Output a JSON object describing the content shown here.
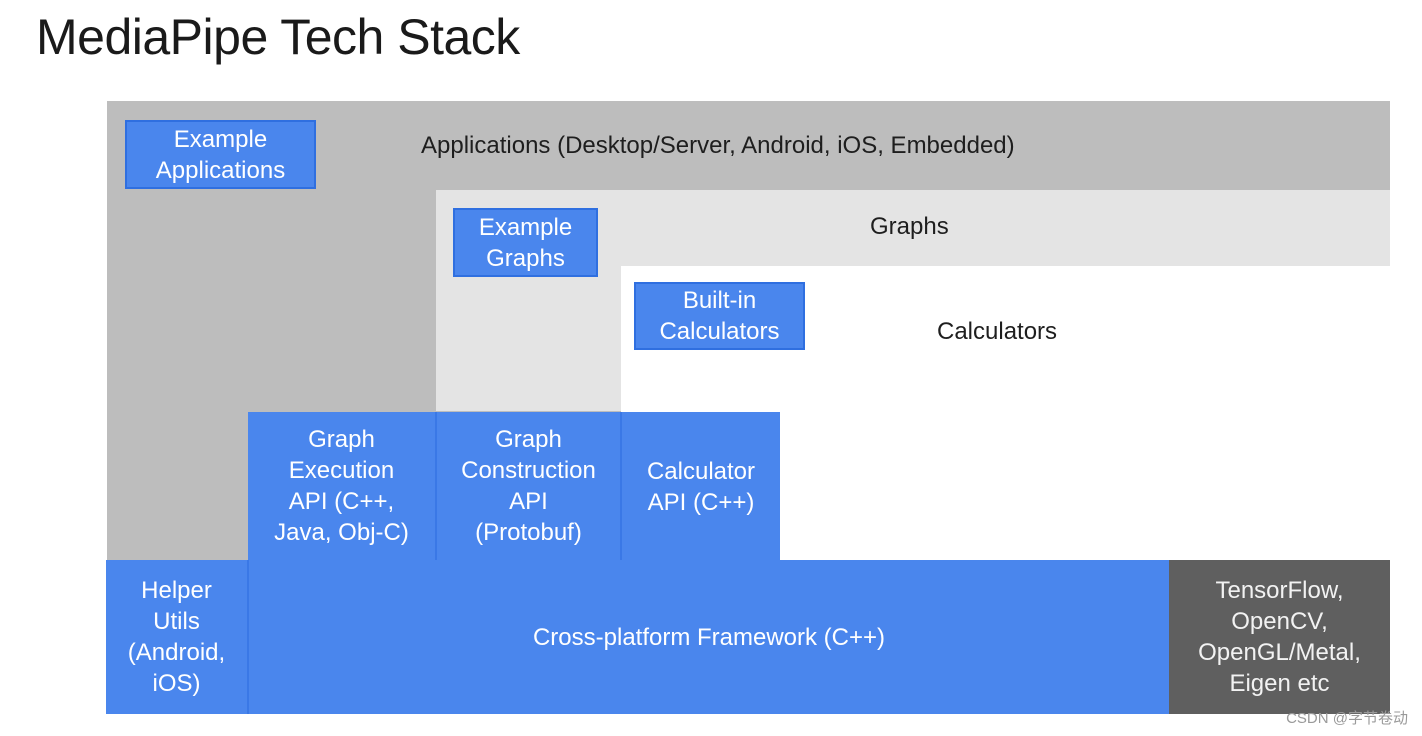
{
  "title": "MediaPipe Tech Stack",
  "layers": {
    "applications": "Applications (Desktop/Server, Android, iOS, Embedded)",
    "graphs": "Graphs",
    "calculators": "Calculators"
  },
  "boxes": {
    "example_applications": "Example\nApplications",
    "example_graphs": "Example\nGraphs",
    "builtin_calculators": "Built-in\nCalculators",
    "graph_execution_api": "Graph\nExecution\nAPI (C++,\nJava, Obj-C)",
    "graph_construction_api": "Graph\nConstruction\nAPI\n(Protobuf)",
    "calculator_api": "Calculator\nAPI (C++)",
    "helper_utils": "Helper\nUtils\n(Android,\niOS)",
    "cross_platform_framework": "Cross-platform Framework (C++)",
    "dependencies": "TensorFlow,\nOpenCV,\nOpenGL/Metal,\nEigen etc"
  },
  "watermark": "CSDN @字节卷动",
  "colors": {
    "blue": "#4a86ed",
    "dark_gray": "#5f5f5f",
    "applications_gray": "#bdbdbd",
    "graphs_gray": "#e4e4e4"
  }
}
